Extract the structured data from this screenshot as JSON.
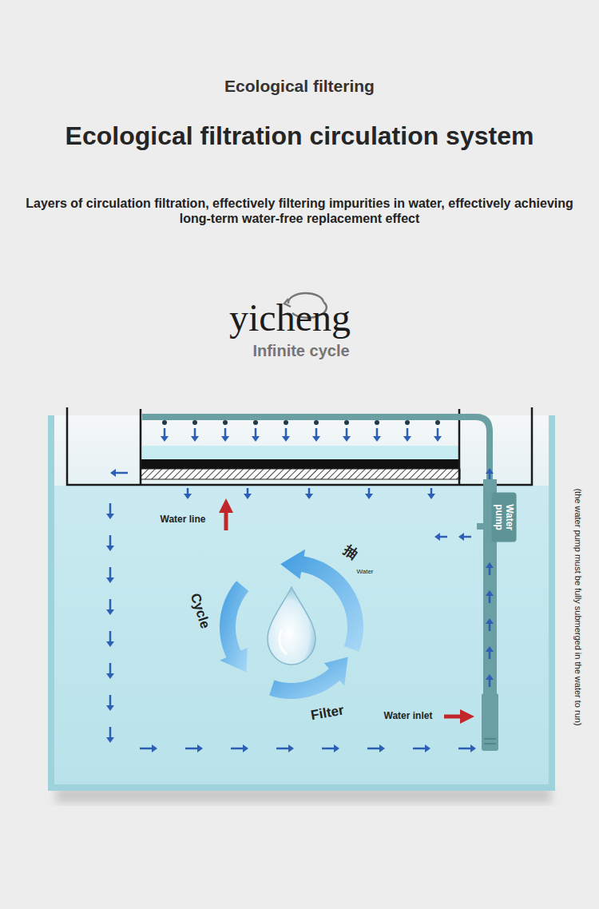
{
  "diagram": {
    "title": "Ecological filtration circulation system",
    "nodes": [
      {
        "text": [
          "Water pump"
        ]
      }
    ],
    "labels": [
      "Ecological filtering",
      "Layers of circulation filtration, effectively filtering impurities in water, effectively achieving long-term water-free replacement effect",
      "yicheng",
      "Infinite cycle",
      "Water line",
      "抽",
      "Water",
      "Cycle",
      "Filter",
      "Water inlet",
      "(the water pump must be fully submerged in the water to run)"
    ]
  }
}
